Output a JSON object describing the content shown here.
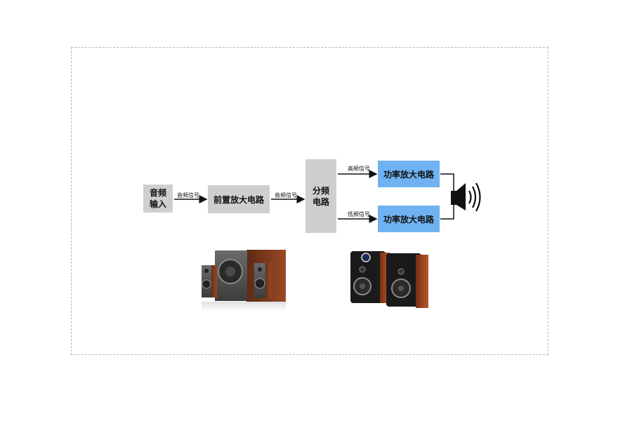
{
  "blocks": {
    "audio_input_line1": "音频",
    "audio_input_line2": "输入",
    "preamp": "前置放大电路",
    "crossover_line1": "分频",
    "crossover_line2": "电路",
    "power_amp_high": "功率放大电路",
    "power_amp_low": "功率放大电路"
  },
  "signals": {
    "input_to_preamp": "音频信号",
    "preamp_to_crossover": "音频信号",
    "high_signal": "高频信号",
    "low_signal": "低频信号"
  },
  "colors": {
    "gray_block": "#cfcfcf",
    "blue_block": "#6fb2f2",
    "frame_dash": "#b4b4b4"
  },
  "icons": {
    "speaker": "speaker-sound-icon",
    "product_2_1": "subwoofer-speaker-set-image",
    "product_bookshelf": "bookshelf-speakers-image"
  }
}
